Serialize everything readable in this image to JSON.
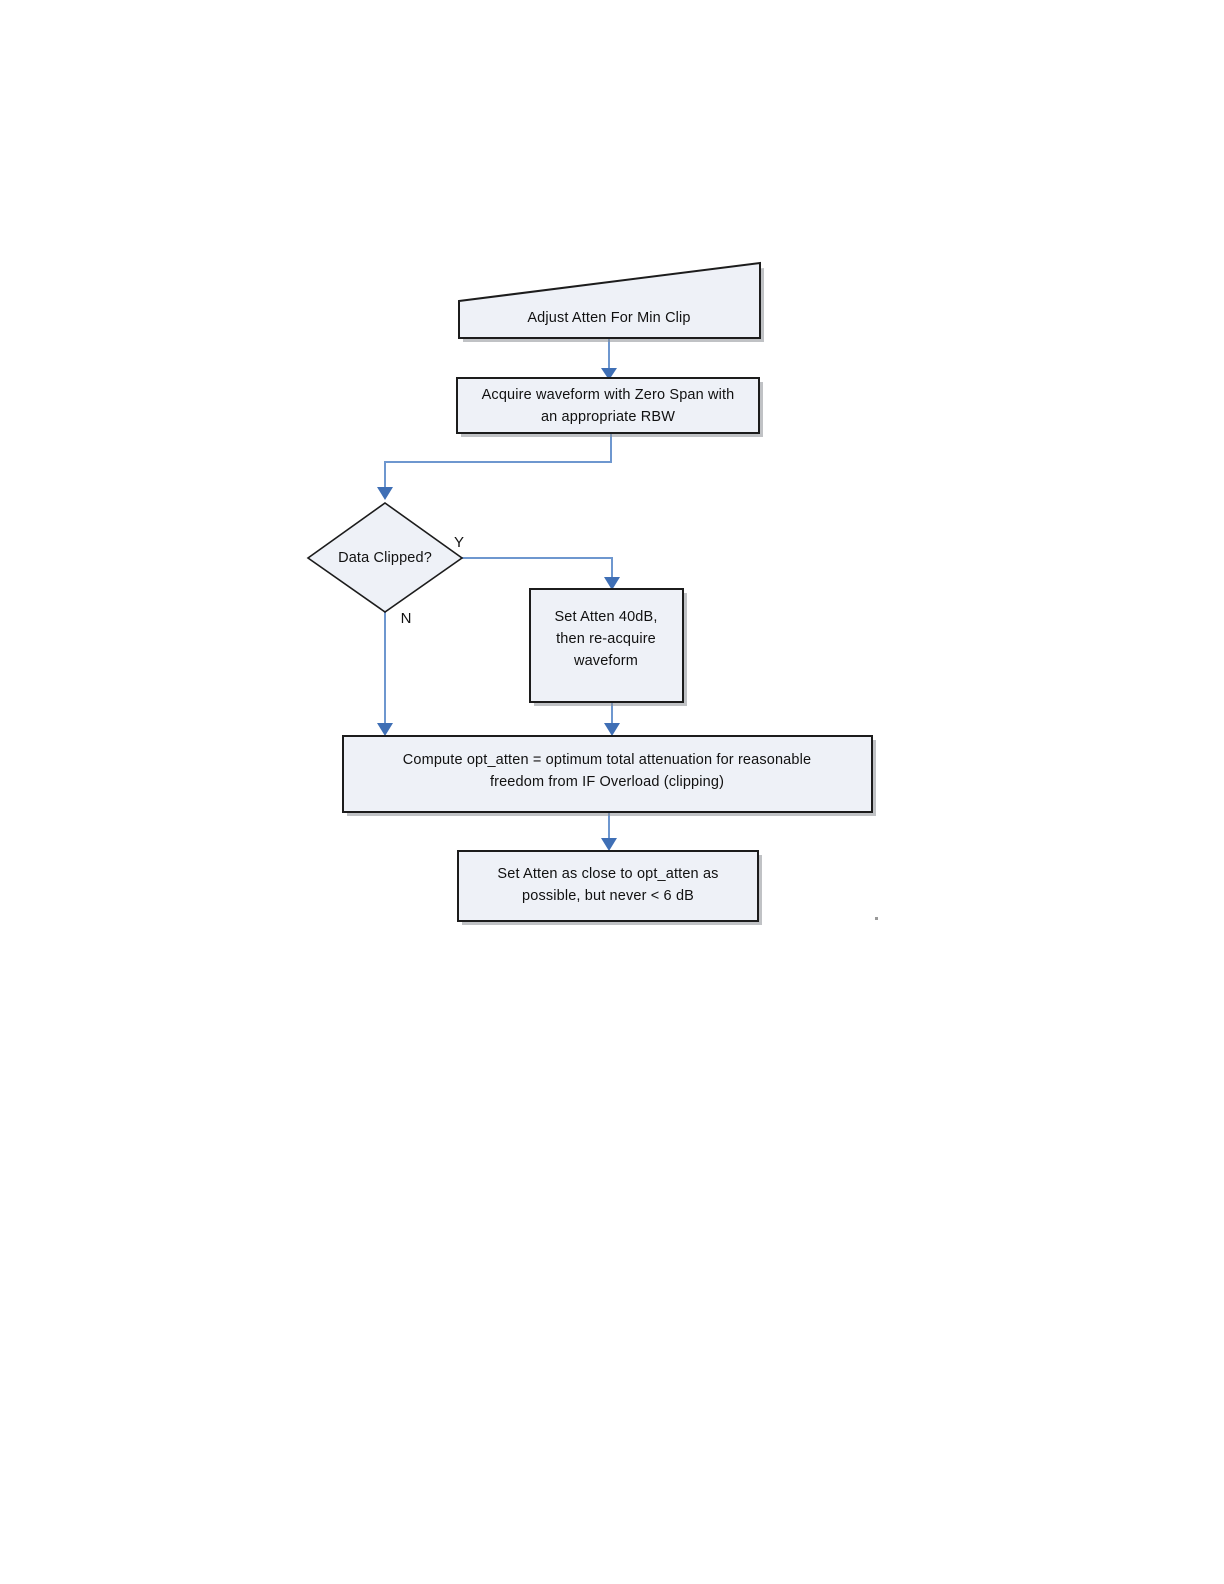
{
  "document": {
    "title": "Adjust Atten For Min Clip flowchart",
    "background_color": "#ffffff"
  },
  "style": {
    "node_fill": "#eef1f7",
    "node_border": "#1c1c1c",
    "connector_color": "#6e97cf",
    "arrowhead_color": "#3f6fb5",
    "text_color": "#111111"
  },
  "diagram": {
    "type": "flowchart",
    "nodes": [
      {
        "id": "title-banner",
        "shape": "trapezoid",
        "label": "Adjust Atten For Min Clip",
        "lines": [
          "Adjust Atten For Min Clip"
        ]
      },
      {
        "id": "acquire-waveform",
        "shape": "process",
        "label": "Acquire waveform with Zero Span with an appropriate RBW",
        "lines": [
          "Acquire waveform with Zero Span with",
          "an appropriate RBW"
        ]
      },
      {
        "id": "data-clipped",
        "shape": "decision",
        "label": "Data Clipped?",
        "lines": [
          "Data Clipped?"
        ]
      },
      {
        "id": "set-atten-40db",
        "shape": "process",
        "label": "Set Atten 40dB, then re-acquire waveform",
        "lines": [
          "Set Atten 40dB,",
          "then re-acquire",
          "waveform"
        ]
      },
      {
        "id": "compute-opt-atten",
        "shape": "process",
        "label": "Compute opt_atten = optimum total attenuation for reasonable freedom from IF Overload (clipping)",
        "lines": [
          "Compute opt_atten = optimum total attenuation for reasonable",
          "freedom from IF Overload (clipping)"
        ]
      },
      {
        "id": "set-atten-close",
        "shape": "process",
        "label": "Set Atten as close to opt_atten as possible, but never < 6 dB",
        "lines": [
          "Set Atten as close to opt_atten as",
          "possible, but never < 6 dB"
        ]
      }
    ],
    "edges": [
      {
        "id": "e1",
        "from": "title-banner",
        "to": "acquire-waveform",
        "label": ""
      },
      {
        "id": "e2",
        "from": "acquire-waveform",
        "to": "data-clipped",
        "label": ""
      },
      {
        "id": "e3",
        "from": "data-clipped",
        "to": "set-atten-40db",
        "label": "Y"
      },
      {
        "id": "e4",
        "from": "data-clipped",
        "to": "compute-opt-atten",
        "label": "N"
      },
      {
        "id": "e5",
        "from": "set-atten-40db",
        "to": "compute-opt-atten",
        "label": ""
      },
      {
        "id": "e6",
        "from": "compute-opt-atten",
        "to": "set-atten-close",
        "label": ""
      }
    ],
    "branch_labels": {
      "yes": "Y",
      "no": "N"
    }
  }
}
